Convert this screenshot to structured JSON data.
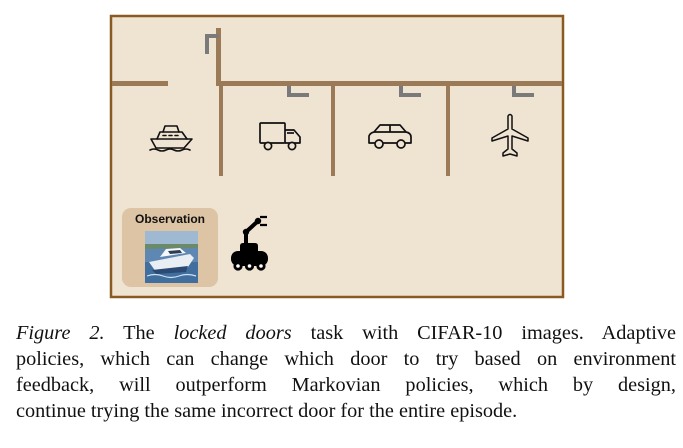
{
  "figure": {
    "colors": {
      "frame": "#8a5a23",
      "floor": "#efe3d2",
      "wall": "#9b7a58",
      "lock": "#7a7a7a",
      "observation_panel": "#dcc4a4"
    },
    "rooms": [
      {
        "icon": "ship-icon"
      },
      {
        "icon": "truck-icon"
      },
      {
        "icon": "car-icon"
      },
      {
        "icon": "airplane-icon"
      }
    ],
    "observation": {
      "label": "Observation",
      "image": "boat-photo"
    },
    "agent": {
      "icon": "robot-icon"
    }
  },
  "caption": {
    "label": "Figure 2.",
    "text_1": " The ",
    "emphasis": "locked doors",
    "text_2": " task with CIFAR-10 images. Adaptive",
    "line_2": "policies, which can change which door to try based on environment",
    "line_3": "feedback, will outperform Markovian policies, which by design,",
    "line_4": "continue trying the same incorrect door for the entire episode."
  }
}
